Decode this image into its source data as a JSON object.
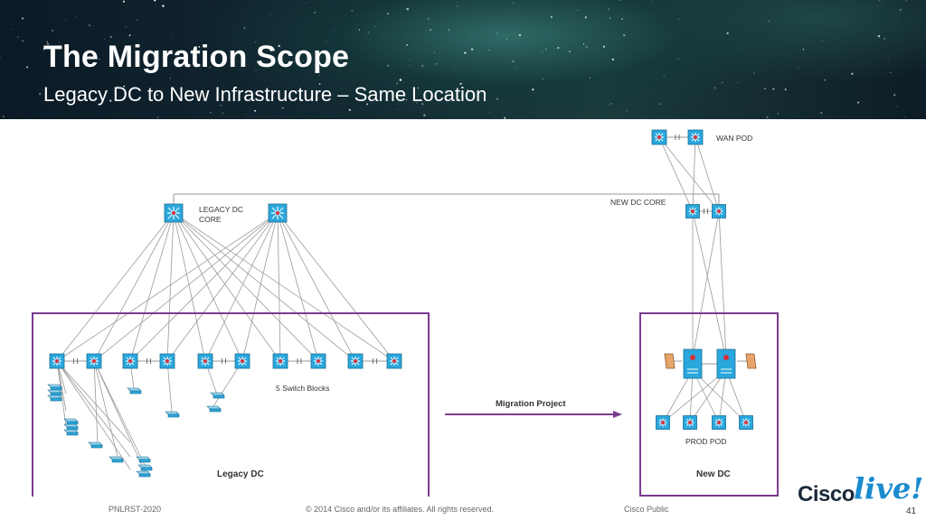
{
  "slide": {
    "title": "The Migration Scope",
    "subtitle": "Legacy DC to New Infrastructure – Same Location"
  },
  "diagram": {
    "labels": {
      "wan_pod": "WAN POD",
      "new_dc_core": "NEW DC CORE",
      "legacy_core": [
        "LEGACY DC",
        "CORE"
      ],
      "switch_blocks": "5 Switch Blocks",
      "migration_project": "Migration Project",
      "legacy_dc": "Legacy DC",
      "new_dc": "New DC",
      "prod_pod": "PROD POD"
    },
    "colors": {
      "device": "#2aa7dd",
      "device_core": "#d6303a",
      "container": "#7a3b8f",
      "arrow": "#7a3b8f",
      "link": "#9a9a9a",
      "firewall": "#e7a56b"
    }
  },
  "footer": {
    "session": "PNLRST-2020",
    "copyright": "© 2014 Cisco and/or its affiliates. All rights reserved.",
    "classification": "Cisco Public",
    "page": "41"
  },
  "logo": {
    "brand": "Cisco",
    "tag": "live!"
  }
}
